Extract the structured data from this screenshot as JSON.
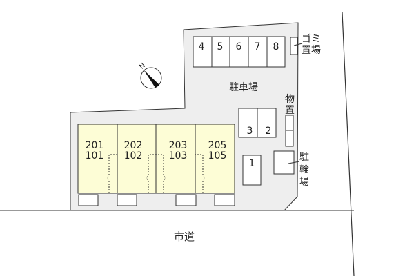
{
  "parking_top": [
    "4",
    "5",
    "6",
    "7",
    "8"
  ],
  "parking_mid": [
    "3",
    "2"
  ],
  "parking_single": "1",
  "units": [
    {
      "upper": "201",
      "lower": "101"
    },
    {
      "upper": "202",
      "lower": "102"
    },
    {
      "upper": "203",
      "lower": "103"
    },
    {
      "upper": "205",
      "lower": "105"
    }
  ],
  "labels": {
    "garbage_1": "ゴミ",
    "garbage_2": "置場",
    "parking_lot": "駐車場",
    "storage_1": "物",
    "storage_2": "置",
    "bike_1": "駐",
    "bike_2": "輪",
    "bike_3": "場",
    "road": "市道",
    "north": "N"
  },
  "colors": {
    "lot": "#eeeeee",
    "unit": "#fdfdd6",
    "line": "#333333"
  }
}
